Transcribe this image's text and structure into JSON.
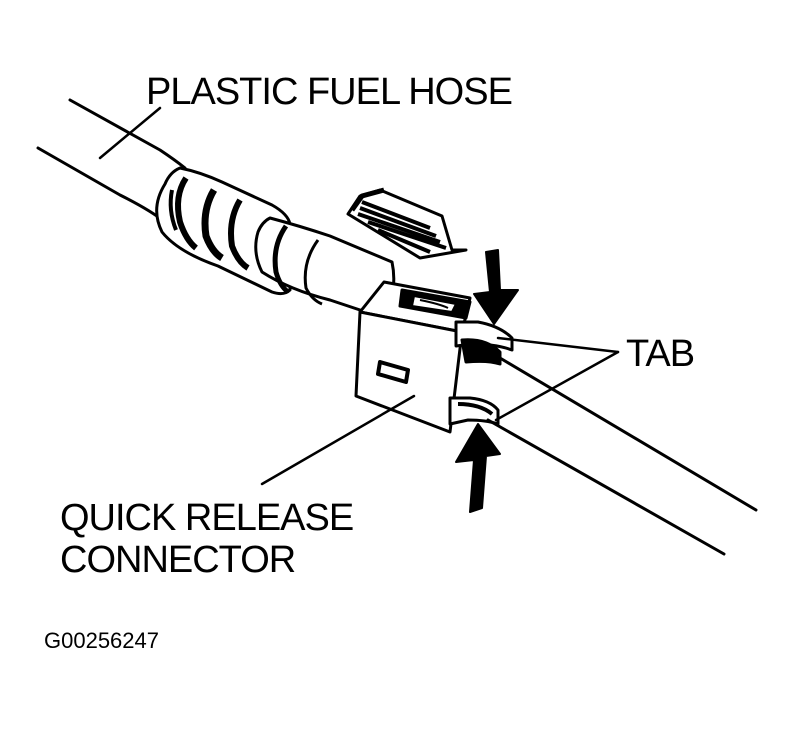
{
  "labels": {
    "hose": "PLASTIC FUEL HOSE",
    "tab": "TAB",
    "connector_line1": "QUICK RELEASE",
    "connector_line2": "CONNECTOR",
    "figure_code": "G00256247"
  },
  "colors": {
    "ink": "#000000",
    "paper": "#ffffff"
  }
}
